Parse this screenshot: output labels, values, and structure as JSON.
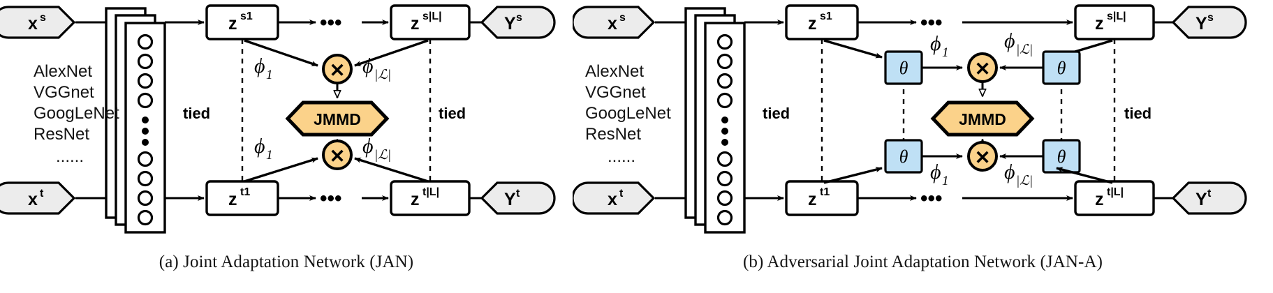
{
  "figure": {
    "background": "#ffffff",
    "stroke": "#000000",
    "accent_amber": "#FBD28A",
    "accent_blue": "#BFE0F5",
    "node_gray": "#ECECEC"
  },
  "panels": [
    {
      "id": "jan",
      "caption": "(a)  Joint Adaptation Network (JAN)",
      "inputs": [
        {
          "name": "source-input",
          "label": "x",
          "sup": "s"
        },
        {
          "name": "target-input",
          "label": "x",
          "sup": "t"
        }
      ],
      "outputs": [
        {
          "name": "source-output",
          "label": "Y",
          "sup": "s"
        },
        {
          "name": "target-output",
          "label": "Y",
          "sup": "t"
        }
      ],
      "backbones": [
        "AlexNet",
        "VGGnet",
        "GoogLeNet",
        "ResNet",
        "......"
      ],
      "layers": [
        {
          "name": "z-source-first",
          "label": "z",
          "sup": "s1"
        },
        {
          "name": "z-source-last",
          "label": "z",
          "sup": "s|L|"
        },
        {
          "name": "z-target-first",
          "label": "z",
          "sup": "t1"
        },
        {
          "name": "z-target-last",
          "label": "z",
          "sup": "t|L|"
        }
      ],
      "ellipsis": "•••",
      "tied_labels": [
        "tied",
        "tied"
      ],
      "phi_labels": [
        {
          "base": "ϕ",
          "sub": "1"
        },
        {
          "base": "ϕ",
          "sub": "|ℒ|"
        }
      ],
      "product_symbol": "✕",
      "loss_label": "JMMD",
      "has_theta": false,
      "theta_label": "θ"
    },
    {
      "id": "jan-a",
      "caption": "(b)  Adversarial Joint Adaptation Network (JAN-A)",
      "inputs": [
        {
          "name": "source-input",
          "label": "x",
          "sup": "s"
        },
        {
          "name": "target-input",
          "label": "x",
          "sup": "t"
        }
      ],
      "outputs": [
        {
          "name": "source-output",
          "label": "Y",
          "sup": "s"
        },
        {
          "name": "target-output",
          "label": "Y",
          "sup": "t"
        }
      ],
      "backbones": [
        "AlexNet",
        "VGGnet",
        "GoogLeNet",
        "ResNet",
        "......"
      ],
      "layers": [
        {
          "name": "z-source-first",
          "label": "z",
          "sup": "s1"
        },
        {
          "name": "z-source-last",
          "label": "z",
          "sup": "s|L|"
        },
        {
          "name": "z-target-first",
          "label": "z",
          "sup": "t1"
        },
        {
          "name": "z-target-last",
          "label": "z",
          "sup": "t|L|"
        }
      ],
      "ellipsis": "•••",
      "tied_labels": [
        "tied",
        "tied"
      ],
      "phi_labels": [
        {
          "base": "ϕ",
          "sub": "1"
        },
        {
          "base": "ϕ",
          "sub": "|ℒ|"
        }
      ],
      "product_symbol": "✕",
      "loss_label": "JMMD",
      "has_theta": true,
      "theta_label": "θ"
    }
  ]
}
